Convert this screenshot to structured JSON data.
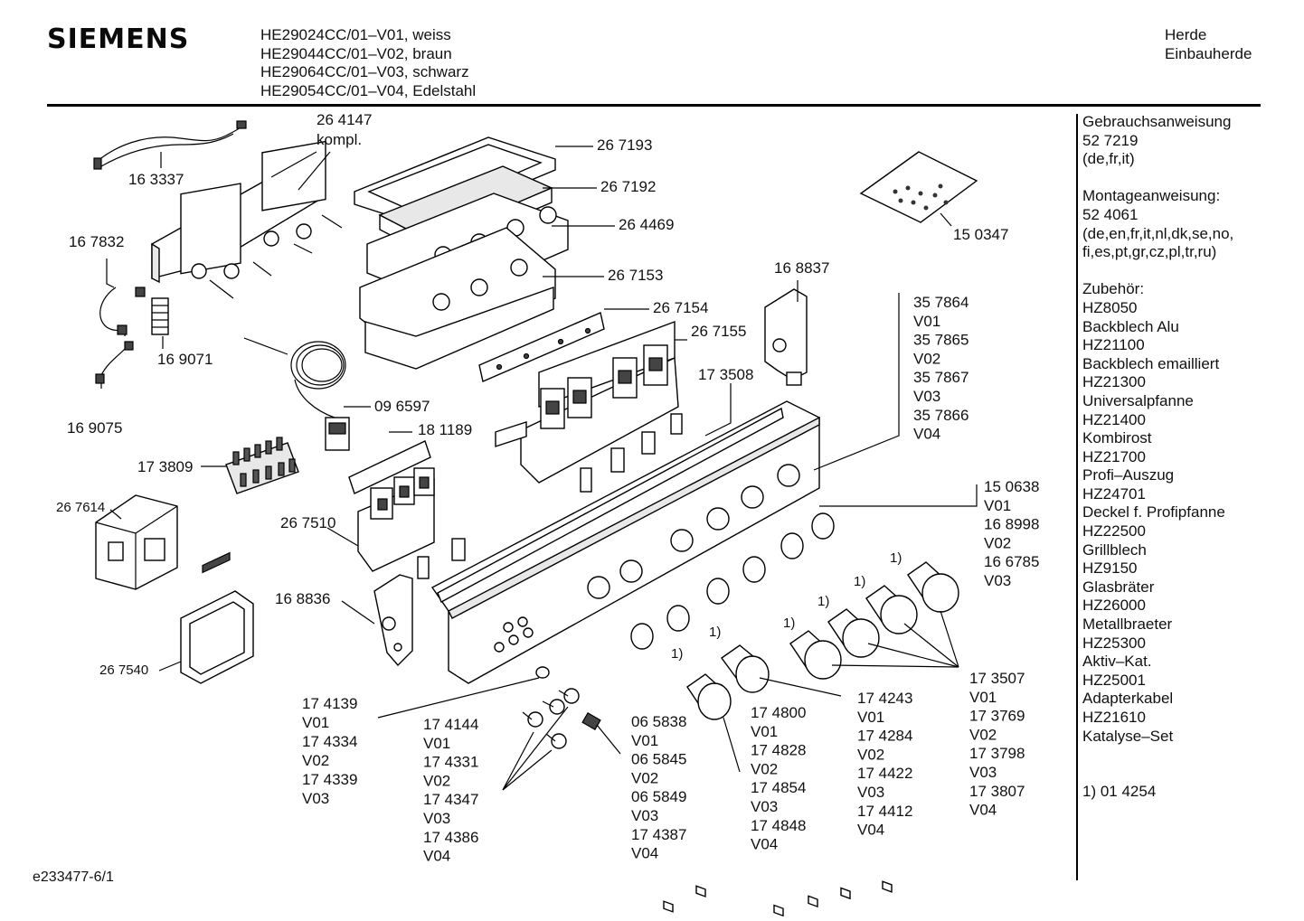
{
  "brand": "SIEMENS",
  "models": [
    "HE29024CC/01–V01, weiss",
    "HE29044CC/01–V02, braun",
    "HE29064CC/01–V03, schwarz",
    "HE29054CC/01–V04, Edelstahl"
  ],
  "category": [
    "Herde",
    "Einbauherde"
  ],
  "sidebar": [
    "Gebrauchsanweisung",
    "52 7219",
    "(de,fr,it)",
    "",
    "Montageanweisung:",
    "52 4061",
    "(de,en,fr,it,nl,dk,se,no,",
    "fi,es,pt,gr,cz,pl,tr,ru)",
    "",
    "Zubehör:",
    "HZ8050",
    "Backblech Alu",
    "HZ21100",
    "Backblech emailliert",
    "HZ21300",
    "Universalpfanne",
    "HZ21400",
    "Kombirost",
    "HZ21700",
    "Profi–Auszug",
    "HZ24701",
    "Deckel f. Profipfanne",
    "HZ22500",
    "Grillblech",
    "HZ9150",
    "Glasbräter",
    "HZ26000",
    "Metallbraeter",
    "HZ25300",
    "Aktiv–Kat.",
    "HZ25001",
    "Adapterkabel",
    "HZ21610",
    "Katalyse–Set",
    "",
    "",
    "1) 01 4254"
  ],
  "footer": "e233477-6/1",
  "callouts": {
    "p264147": [
      "26 4147",
      "kompl."
    ],
    "p267193": "26 7193",
    "p267192": "26 7192",
    "p264469": "26 4469",
    "p267153": "26 7153",
    "p267154": "26 7154",
    "p267155": "26 7155",
    "p163337": "16 3337",
    "p167832": "16 7832",
    "p169071": "16 9071",
    "p169075": "16 9075",
    "p096597": "09 6597",
    "p181189": "18 1189",
    "p173809": "17 3809",
    "p267614": "26 7614",
    "p267510": "26 7510",
    "p168836": "16 8836",
    "p267540": "26 7540",
    "p150347": "15 0347",
    "p168837": "16 8837",
    "p173508": "17 3508",
    "p357864": [
      "35 7864",
      "V01",
      "35 7865",
      "V02",
      "35 7867",
      "V03",
      "35 7866",
      "V04"
    ],
    "p150638": [
      "15 0638",
      "V01",
      "16 8998",
      "V02",
      "16 6785",
      "V03"
    ],
    "p174139": [
      "17 4139",
      "V01",
      "17 4334",
      "V02",
      "17 4339",
      "V03"
    ],
    "p174144": [
      "17 4144",
      "V01",
      "17 4331",
      "V02",
      "17 4347",
      "V03",
      "17 4386",
      "V04"
    ],
    "p065838": [
      "06 5838",
      "V01",
      "06 5845",
      "V02",
      "06 5849",
      "V03",
      "17 4387",
      "V04"
    ],
    "p174800": [
      "17 4800",
      "V01",
      "17 4828",
      "V02",
      "17 4854",
      "V03",
      "17 4848",
      "V04"
    ],
    "p174243": [
      "17 4243",
      "V01",
      "17 4284",
      "V02",
      "17 4422",
      "V03",
      "17 4412",
      "V04"
    ],
    "p173507": [
      "17 3507",
      "V01",
      "17 3769",
      "V02",
      "17 3798",
      "V03",
      "17 3807",
      "V04"
    ],
    "footnote_mark": "1)"
  }
}
